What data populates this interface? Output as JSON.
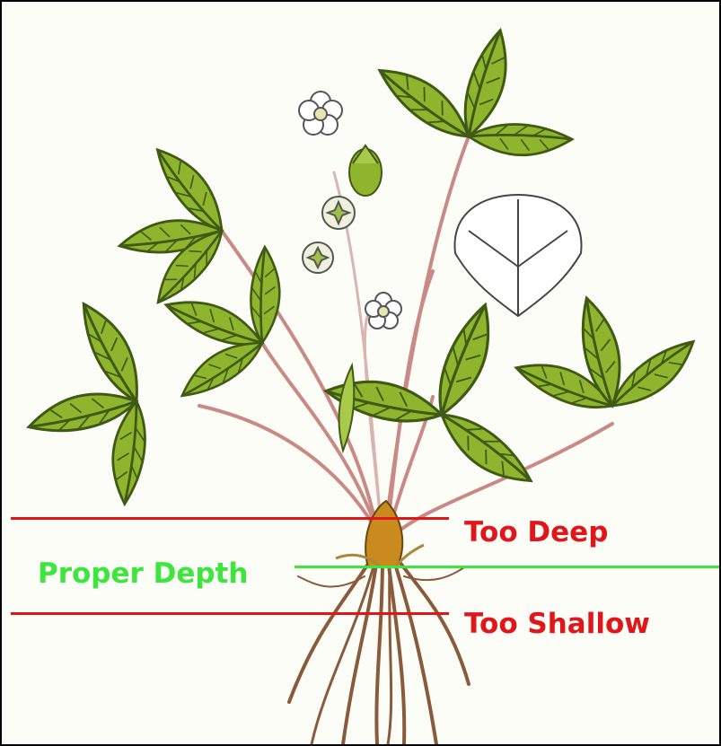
{
  "labels": {
    "too_deep": "Too Deep",
    "proper_depth": "Proper Depth",
    "too_shallow": "Too Shallow"
  },
  "colors": {
    "warning_red": "#e0161b",
    "proper_green": "#3ce63c",
    "leaf_green": "#7fa32a",
    "stem_pink": "#c98a86",
    "root_brown": "#8a5a3c",
    "crown_gold": "#c98a1e"
  },
  "icons": {
    "plant": "strawberry-plant-illustration"
  }
}
